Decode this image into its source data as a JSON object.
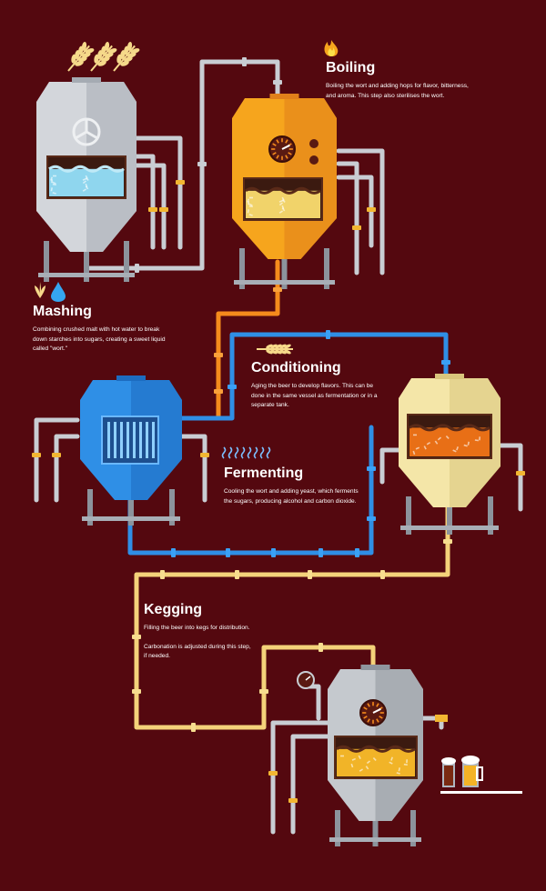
{
  "colors": {
    "background": "#54080f",
    "steel": "#c9cdd3",
    "boil_tank": "#f6a51d",
    "ferment_tank": "#2f8fe6",
    "condition_tank": "#f4e6a8",
    "keg_tank": "#c5c9ce",
    "wort_pipe": "#f58b1c",
    "cold_pipe": "#2f8fe6",
    "beer_pipe": "#f4d27a",
    "water": "#8fd6ee",
    "wort": "#f1d36a",
    "beer": "#e86f16"
  },
  "steps": {
    "boiling": {
      "icon": "flame-icon",
      "title": "Boiling",
      "text": "Boiling the wort and adding hops for flavor, bitterness, and aroma. This step also sterilises the wort."
    },
    "mashing": {
      "icon": "grain-and-water-icon",
      "title": "Mashing",
      "text": "Combining crushed malt with hot water to break down starches into sugars, creating a sweet liquid called \"wort.\""
    },
    "conditioning": {
      "icon": "wheat-stalk-icon",
      "title": "Conditioning",
      "text": "Aging the beer to develop flavors. This can be done in the same vessel as fermentation or in a separate tank."
    },
    "fermenting": {
      "icon": "heat-waves-icon",
      "title": "Fermenting",
      "text": "Cooling the wort and adding yeast, which ferments the sugars, producing alcohol and carbon dioxide."
    },
    "kegging": {
      "icon": "beer-mugs-icon",
      "title": "Kegging",
      "text": "Filling the beer into kegs for distribution.",
      "text2": "Carbonation is adjusted during this step, if needed."
    }
  }
}
